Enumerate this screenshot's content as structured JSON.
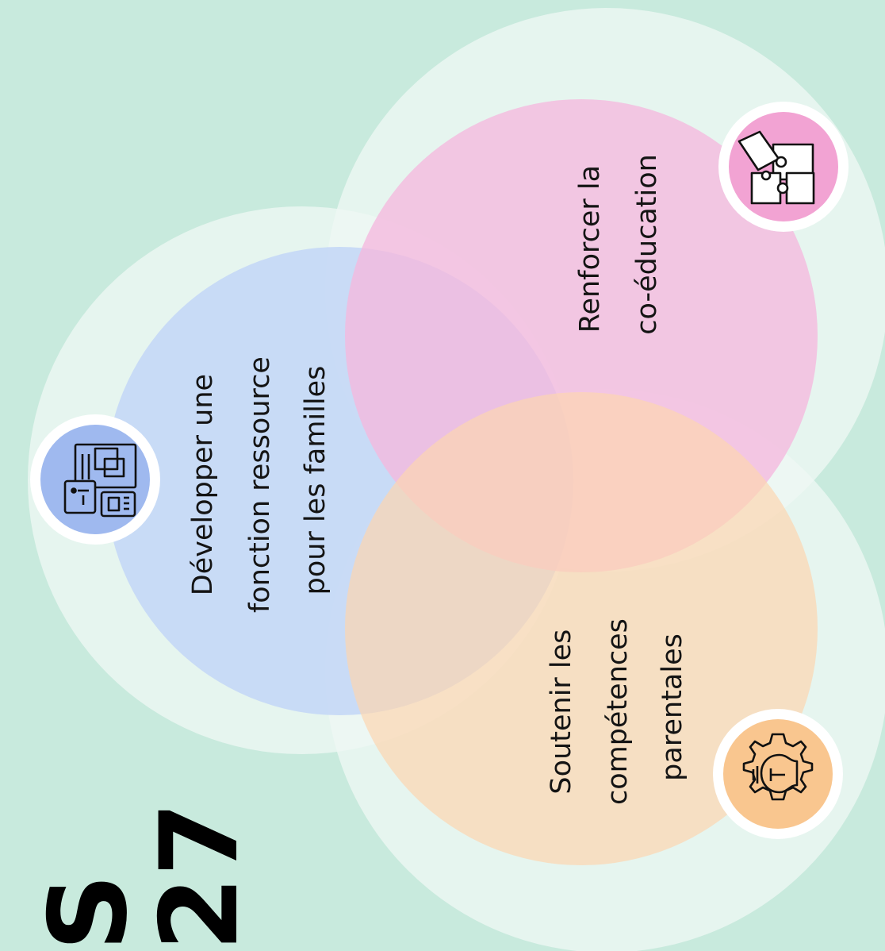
{
  "colors": {
    "background": "#c8eadd",
    "halo": "#eef7f3",
    "blue": "#c5d8f6",
    "pink": "#f5b9de",
    "orange": "#fcd6b0",
    "icon_blue": "#9fb9ef",
    "icon_pink": "#f2a3d3",
    "icon_orange": "#f9c68f"
  },
  "circles": {
    "blue": {
      "lines": [
        "Développer une",
        "fonction ressource",
        "pour les familles"
      ],
      "icon": "web-devices-icon"
    },
    "pink": {
      "lines": [
        "Renforcer la",
        "co-éducation"
      ],
      "icon": "puzzle-icon"
    },
    "orange": {
      "lines": [
        "Soutenir les",
        "compétences",
        "parentales"
      ],
      "icon": "gear-lightbulb-icon"
    }
  },
  "partial_title": {
    "line1": "S",
    "line2": "27"
  }
}
